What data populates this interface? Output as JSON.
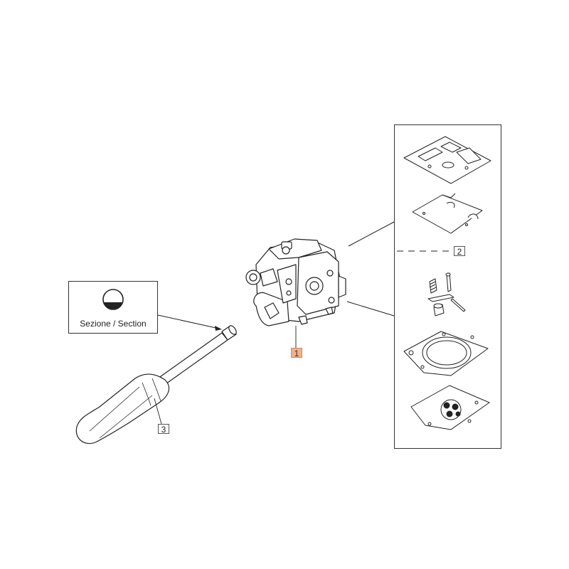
{
  "section_legend": {
    "label": "Sezione / Section",
    "symbol": "section-circle-icon"
  },
  "callouts": {
    "item1": "1",
    "item2": "2",
    "item3": "3"
  },
  "colors": {
    "highlight_fill": "#f3b189",
    "line": "#333333"
  }
}
